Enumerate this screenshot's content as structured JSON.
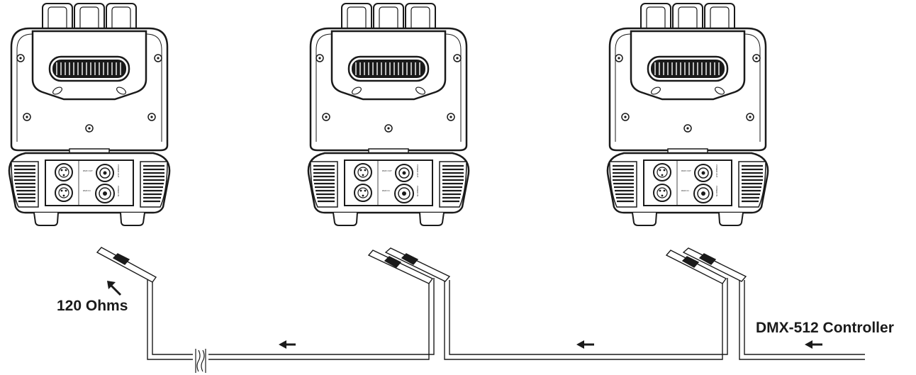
{
  "labels": {
    "terminator": "120 Ohms",
    "controller": "DMX-512 Controller"
  },
  "fixtures": [
    {
      "id": 1,
      "panel": {
        "dmx_out": "DMX OUT",
        "dmx_in": "DMX IN",
        "power_out": "POWER OUT",
        "power_in": "POWER IN"
      }
    },
    {
      "id": 2,
      "panel": {
        "dmx_out": "DMX OUT",
        "dmx_in": "DMX IN",
        "power_out": "POWER OUT",
        "power_in": "POWER IN"
      }
    },
    {
      "id": 3,
      "panel": {
        "dmx_out": "DMX OUT",
        "dmx_in": "DMX IN",
        "power_out": "POWER OUT",
        "power_in": "POWER IN"
      }
    }
  ],
  "colors": {
    "line": "#1a1a1a",
    "background": "#ffffff"
  },
  "icons": [
    "arrow-up-left-icon",
    "arrow-left-icon",
    "cable-break-icon"
  ]
}
